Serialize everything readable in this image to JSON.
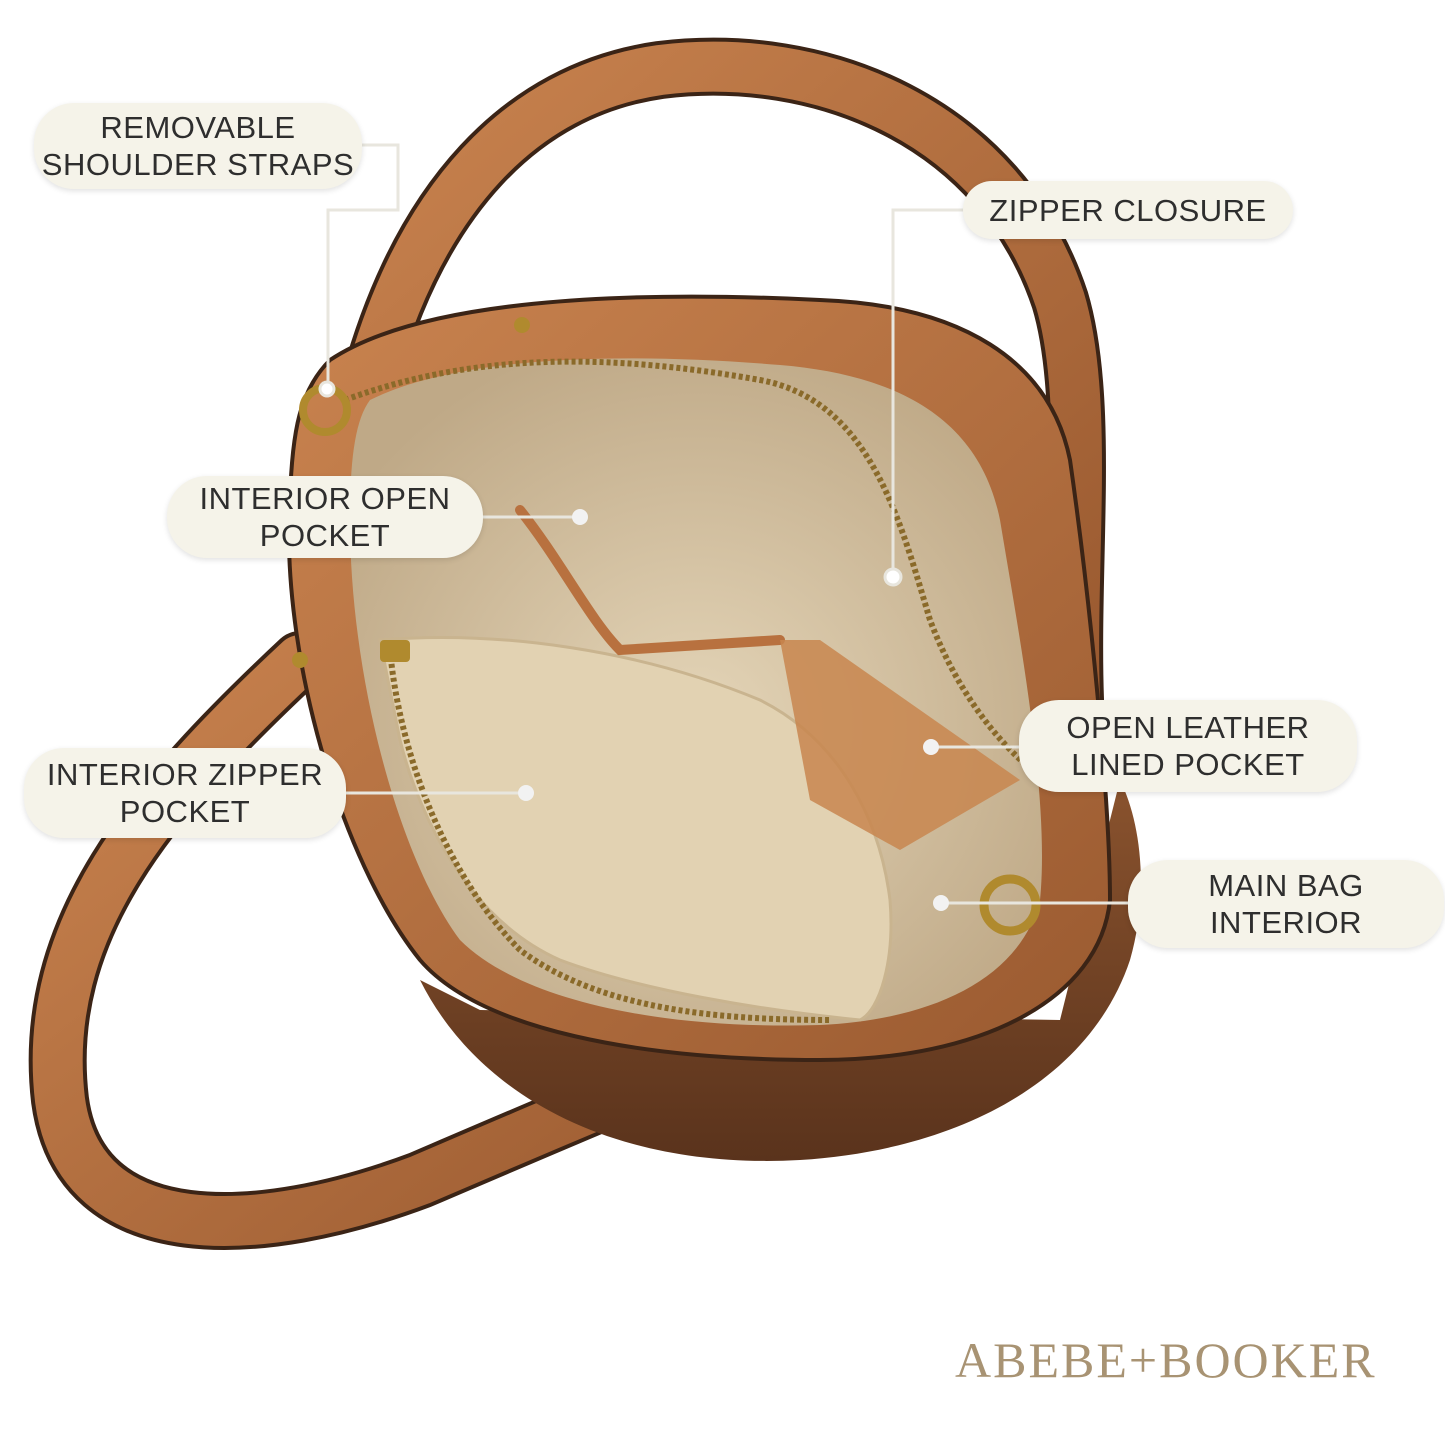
{
  "callouts": {
    "removable_straps": [
      "REMOVABLE",
      "SHOULDER STRAPS"
    ],
    "zipper_closure": [
      "ZIPPER CLOSURE"
    ],
    "interior_open_pocket": [
      "INTERIOR OPEN",
      "POCKET"
    ],
    "open_leather_lined_pocket": [
      "OPEN LEATHER",
      "LINED POCKET"
    ],
    "interior_zipper_pocket": [
      "INTERIOR ZIPPER",
      "POCKET"
    ],
    "main_bag_interior": [
      "MAIN BAG",
      "INTERIOR"
    ]
  },
  "brand": {
    "logo_text": "ABEBE+BOOKER"
  },
  "colors": {
    "leather": "#b8713f",
    "leather_dark": "#6b3d22",
    "lining": "#dccbad",
    "callout_bg": "#f5f3e9",
    "brand": "#a89373"
  }
}
